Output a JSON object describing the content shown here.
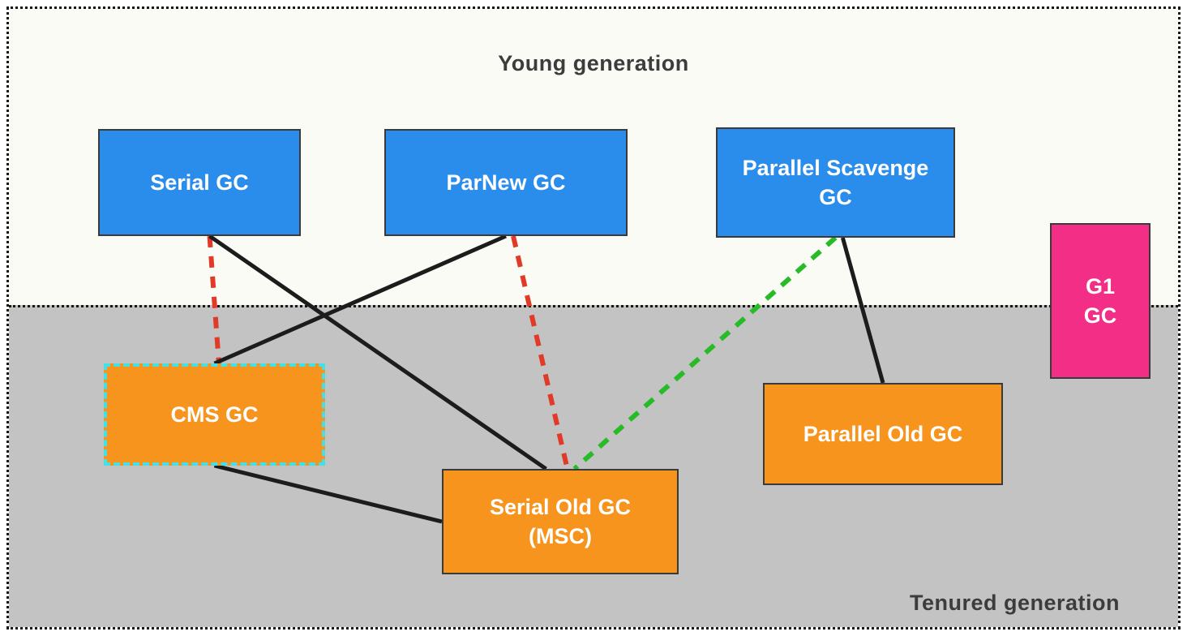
{
  "diagram": {
    "regions": {
      "young": {
        "label": "Young generation"
      },
      "tenured": {
        "label": "Tenured generation"
      }
    },
    "nodes": {
      "serial": {
        "label": "Serial GC"
      },
      "parnew": {
        "label": "ParNew GC"
      },
      "pscavenge": {
        "label": "Parallel Scavenge",
        "label2": "GC"
      },
      "g1": {
        "label": "G1",
        "label2": "GC"
      },
      "cms": {
        "label": "CMS GC"
      },
      "serial_old": {
        "label": "Serial Old GC",
        "label2": "(MSC)"
      },
      "parallel_old": {
        "label": "Parallel Old GC"
      }
    },
    "colors": {
      "blue": "#2a8ceb",
      "orange": "#f7941e",
      "pink": "#f32e87",
      "cyan": "#45e0e6"
    },
    "line_styles": {
      "black-solid": {
        "color": "#1c1c1c",
        "width": 5
      },
      "red-dashed": {
        "color": "#e23a28",
        "width": 6,
        "dash": "14 11"
      },
      "green-dashed": {
        "color": "#27bb27",
        "width": 6,
        "dash": "14 11"
      }
    },
    "connections": [
      {
        "from": "serial",
        "to": "cms",
        "from_anchor": {
          "side": "bottom",
          "t": 0.55
        },
        "to_anchor": {
          "side": "top",
          "t": 0.52
        },
        "style": "red-dashed"
      },
      {
        "from": "serial",
        "to": "serial_old",
        "from_anchor": {
          "side": "bottom",
          "t": 0.55
        },
        "to_anchor": {
          "side": "top",
          "t": 0.44
        },
        "style": "black-solid"
      },
      {
        "from": "parnew",
        "to": "cms",
        "from_anchor": {
          "side": "bottom",
          "t": 0.5
        },
        "to_anchor": {
          "side": "top",
          "t": 0.5
        },
        "style": "black-solid"
      },
      {
        "from": "parnew",
        "to": "serial_old",
        "from_anchor": {
          "side": "bottom",
          "t": 0.53
        },
        "to_anchor": {
          "side": "top",
          "t": 0.53
        },
        "style": "red-dashed"
      },
      {
        "from": "pscavenge",
        "to": "serial_old",
        "from_anchor": {
          "side": "bottom",
          "t": 0.5
        },
        "to_anchor": {
          "side": "top",
          "t": 0.56
        },
        "style": "green-dashed"
      },
      {
        "from": "pscavenge",
        "to": "parallel_old",
        "from_anchor": {
          "side": "bottom",
          "t": 0.53
        },
        "to_anchor": {
          "side": "top",
          "t": 0.5
        },
        "style": "black-solid"
      },
      {
        "from": "cms",
        "to": "serial_old",
        "from_anchor": {
          "side": "bottom",
          "t": 0.5
        },
        "to_anchor": {
          "side": "left",
          "t": 0.5
        },
        "style": "black-solid"
      }
    ]
  }
}
